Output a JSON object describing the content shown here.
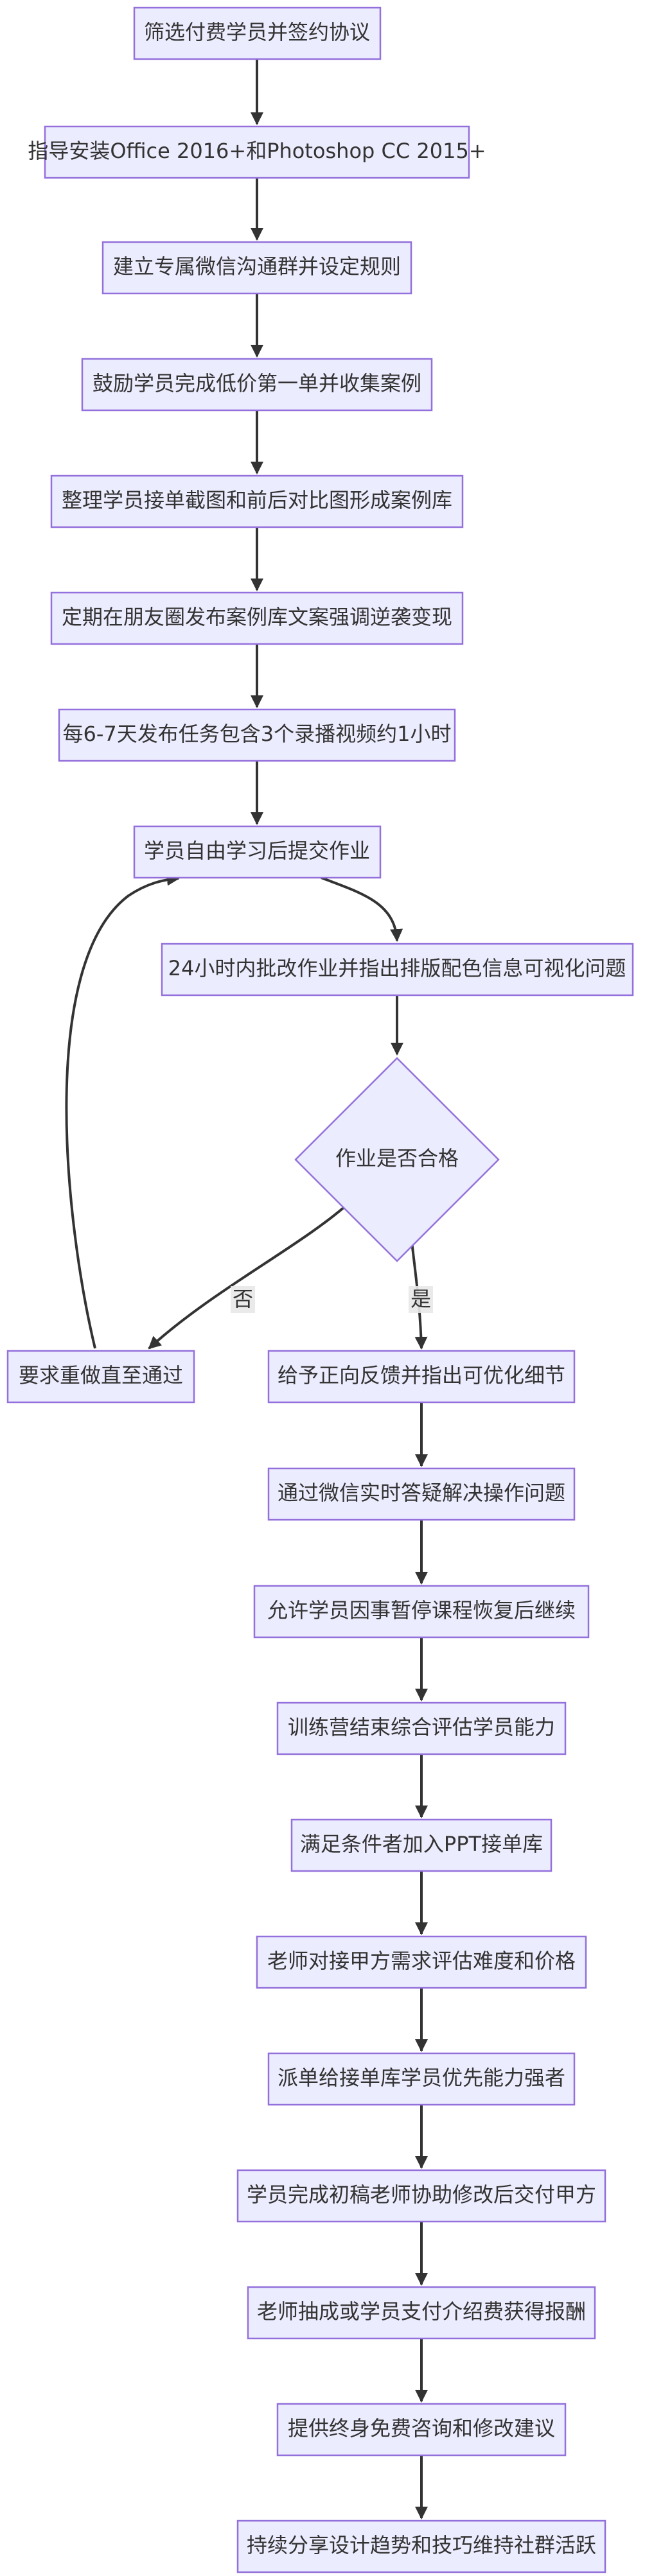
{
  "diagram": {
    "nodes": {
      "n1": "筛选付费学员并签约协议",
      "n2": "指导安装Office 2016+和Photoshop CC 2015+",
      "n3": "建立专属微信沟通群并设定规则",
      "n4": "鼓励学员完成低价第一单并收集案例",
      "n5": "整理学员接单截图和前后对比图形成案例库",
      "n6": "定期在朋友圈发布案例库文案强调逆袭变现",
      "n7": "每6-7天发布任务包含3个录播视频约1小时",
      "n8": "学员自由学习后提交作业",
      "n9": "24小时内批改作业并指出排版配色信息可视化问题",
      "d1": "作业是否合格",
      "n10": "要求重做直至通过",
      "n11": "给予正向反馈并指出可优化细节",
      "n12": "通过微信实时答疑解决操作问题",
      "n13": "允许学员因事暂停课程恢复后继续",
      "n14": "训练营结束综合评估学员能力",
      "n15": "满足条件者加入PPT接单库",
      "n16": "老师对接甲方需求评估难度和价格",
      "n17": "派单给接单库学员优先能力强者",
      "n18": "学员完成初稿老师协助修改后交付甲方",
      "n19": "老师抽成或学员支付介绍费获得报酬",
      "n20": "提供终身免费咨询和修改建议",
      "n21": "持续分享设计趋势和技巧维持社群活跃"
    },
    "edge_labels": {
      "no": "否",
      "yes": "是"
    }
  }
}
